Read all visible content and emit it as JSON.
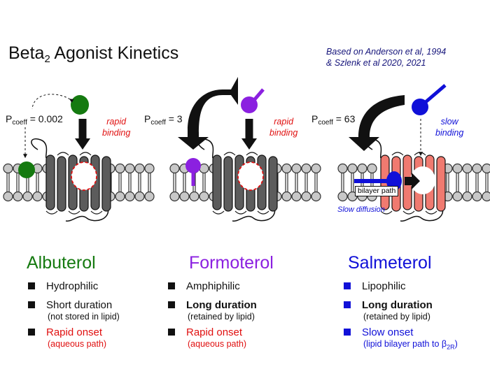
{
  "title": {
    "text": "Beta",
    "subscript": "2",
    "suffix": " Agonist Kinetics"
  },
  "citation": {
    "line1": "Based on Anderson et al, 1994",
    "line2": "& Szlenk et al 2020, 2021"
  },
  "colors": {
    "albuterol": "#157a10",
    "formoterol": "#8b20e0",
    "salmeterol": "#1010d8",
    "red": "#e01010",
    "receptor_gray": "#5c5c5c",
    "receptor_salmon": "#f07a70",
    "lipid": "#c8c8c8"
  },
  "panels": [
    {
      "id": "albuterol",
      "pcoeff": {
        "label": "P",
        "sub": "coeff",
        "value": " = 0.002"
      },
      "binding": {
        "line1": "rapid",
        "line2": "binding"
      },
      "drug": "Albuterol",
      "items": [
        {
          "main": "Hydrophilic",
          "sub": ""
        },
        {
          "main": "Short duration",
          "sub": "(not stored in lipid)"
        },
        {
          "main": "Rapid onset",
          "sub": "(aqueous path)"
        }
      ]
    },
    {
      "id": "formoterol",
      "pcoeff": {
        "label": "P",
        "sub": "coeff",
        "value": " = 3"
      },
      "binding": {
        "line1": "rapid",
        "line2": "binding"
      },
      "drug": "Formoterol",
      "items": [
        {
          "main": "Amphiphilic",
          "sub": ""
        },
        {
          "main": "Long duration",
          "sub": "(retained by lipid)"
        },
        {
          "main": "Rapid onset",
          "sub": "(aqueous path)"
        }
      ]
    },
    {
      "id": "salmeterol",
      "pcoeff": {
        "label": "P",
        "sub": "coeff",
        "value": " = 63"
      },
      "binding": {
        "line1": "slow",
        "line2": "binding"
      },
      "drug": "Salmeterol",
      "bilayer_path_label": "bilayer path",
      "slow_diffusion_label": "Slow diffusion",
      "items": [
        {
          "main": "Lipophilic",
          "sub": ""
        },
        {
          "main": "Long duration",
          "sub": "(retained by lipid)"
        },
        {
          "main": "Slow onset",
          "sub": "(lipid bilayer path to β",
          "sub_sub": "2R",
          "sub_tail": ")"
        }
      ]
    }
  ]
}
